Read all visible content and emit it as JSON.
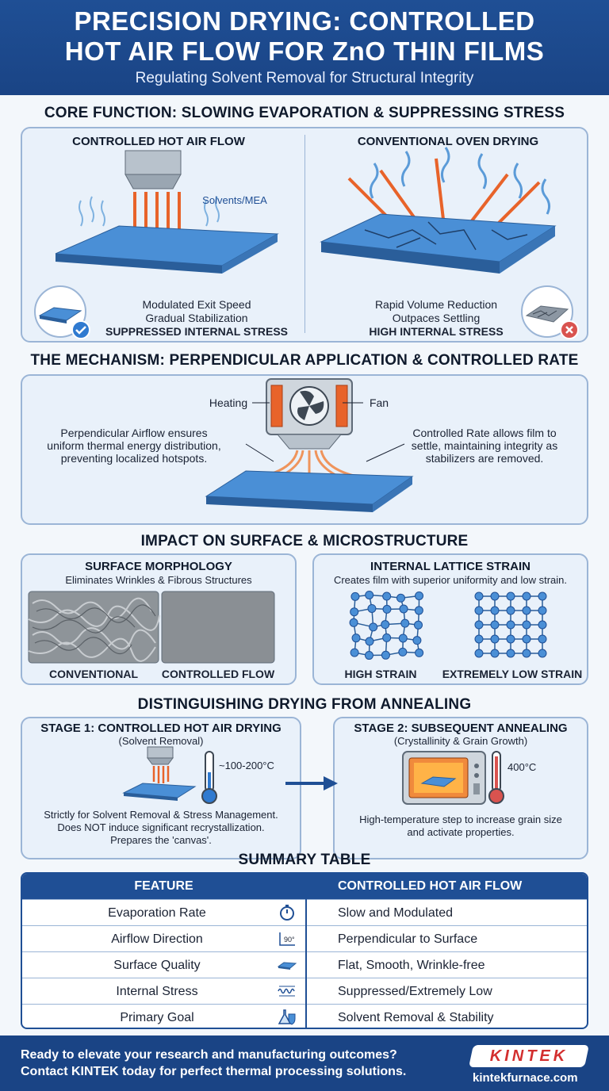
{
  "header": {
    "title_line1": "PRECISION DRYING: CONTROLLED",
    "title_line2": "HOT AIR FLOW FOR ZnO THIN FILMS",
    "subtitle": "Regulating Solvent Removal for Structural Integrity"
  },
  "core": {
    "title": "CORE FUNCTION: SLOWING EVAPORATION & SUPPRESSING STRESS",
    "left": {
      "heading": "CONTROLLED HOT AIR FLOW",
      "solvent_label": "Solvents/MEA",
      "line1": "Modulated Exit Speed",
      "line2": "Gradual Stabilization",
      "line3": "SUPPRESSED INTERNAL STRESS"
    },
    "right": {
      "heading": "CONVENTIONAL OVEN DRYING",
      "line1": "Rapid Volume Reduction",
      "line2": "Outpaces Settling",
      "line3": "HIGH INTERNAL STRESS"
    }
  },
  "mechanism": {
    "title": "THE MECHANISM: PERPENDICULAR APPLICATION & CONTROLLED RATE",
    "heating_label": "Heating",
    "fan_label": "Fan",
    "left_l1": "Perpendicular Airflow ensures",
    "left_l2": "uniform thermal energy distribution,",
    "left_l3": "preventing localized hotspots.",
    "right_l1": "Controlled Rate allows film to",
    "right_l2": "settle, maintaining integrity as",
    "right_l3": "stabilizers are removed."
  },
  "impact": {
    "title": "IMPACT ON SURFACE & MICROSTRUCTURE",
    "surface": {
      "heading": "SURFACE MORPHOLOGY",
      "sub": "Eliminates Wrinkles & Fibrous Structures",
      "cap_left": "CONVENTIONAL",
      "cap_right": "CONTROLLED FLOW"
    },
    "lattice": {
      "heading": "INTERNAL LATTICE STRAIN",
      "sub": "Creates film with superior uniformity and low strain.",
      "cap_left": "HIGH STRAIN",
      "cap_right": "EXTREMELY LOW STRAIN"
    }
  },
  "stages": {
    "title": "DISTINGUISHING DRYING FROM ANNEALING",
    "s1": {
      "heading": "STAGE 1: CONTROLLED HOT AIR DRYING",
      "sub": "(Solvent Removal)",
      "temp": "~100-200°C",
      "l1": "Strictly for Solvent Removal & Stress Management.",
      "l2": "Does NOT induce significant recrystallization.",
      "l3": "Prepares the 'canvas'."
    },
    "s2": {
      "heading": "STAGE 2: SUBSEQUENT ANNEALING",
      "sub": "(Crystallinity & Grain Growth)",
      "temp": "400°C",
      "l1": "High-temperature step to increase grain size",
      "l2": "and activate properties."
    }
  },
  "summary": {
    "title": "SUMMARY TABLE",
    "col1": "FEATURE",
    "col2": "CONTROLLED HOT AIR FLOW",
    "rows": [
      {
        "feature": "Evaporation Rate",
        "value": "Slow and Modulated",
        "icon": "stopwatch-icon"
      },
      {
        "feature": "Airflow Direction",
        "value": "Perpendicular to Surface",
        "icon": "angle-90-icon",
        "icon_text": "90°"
      },
      {
        "feature": "Surface Quality",
        "value": "Flat, Smooth, Wrinkle-free",
        "icon": "flat-plate-icon"
      },
      {
        "feature": "Internal Stress",
        "value": "Suppressed/Extremely Low",
        "icon": "stress-wave-icon"
      },
      {
        "feature": "Primary Goal",
        "value": "Solvent Removal & Stability",
        "icon": "flask-shield-icon"
      }
    ]
  },
  "footer": {
    "line1": "Ready to elevate your research and manufacturing outcomes?",
    "line2": "Contact KINTEK today for perfect thermal processing solutions.",
    "brand": "KINTEK",
    "site": "kintekfurnace.com"
  },
  "colors": {
    "primary": "#1f4f95",
    "accent_orange": "#e8632a",
    "film_blue": "#4a8fd6",
    "check_blue": "#2f7ad0",
    "error_red": "#d9534f"
  }
}
